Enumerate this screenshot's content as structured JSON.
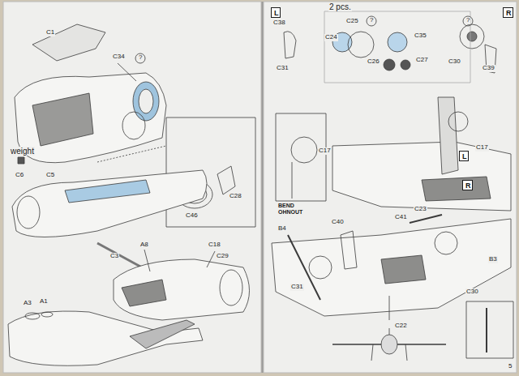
{
  "diagram": {
    "nodes": [
      {
        "text": [
          "L"
        ]
      },
      {
        "text": [
          "R"
        ]
      },
      {
        "text": [
          "L"
        ]
      },
      {
        "text": [
          "R"
        ]
      }
    ],
    "labels": [
      "C1",
      "C34",
      "?",
      "weight",
      "C6",
      "C5",
      "C3",
      "C46",
      "C28",
      "A8",
      "C18",
      "C29",
      "A3",
      "A1",
      "2 pcs.",
      "?",
      "?",
      "C38",
      "C25",
      "C35",
      "C24",
      "C26",
      "C27",
      "C31",
      "C30",
      "C39",
      "C17",
      "C17",
      "BEND OHNOUT",
      "B4",
      "C40",
      "C41",
      "C23",
      "C31",
      "C30",
      "B3",
      "C22",
      "5"
    ]
  }
}
